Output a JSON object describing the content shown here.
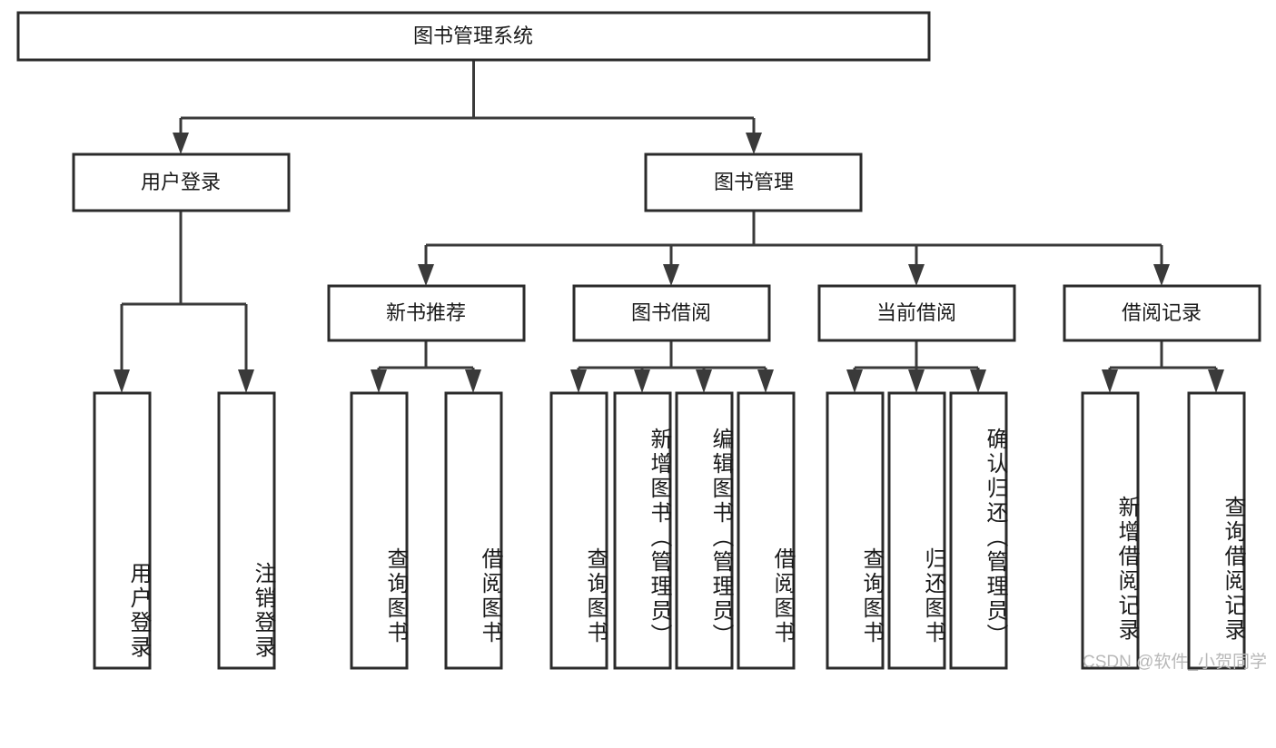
{
  "diagram": {
    "title": "图书管理系统",
    "type": "tree-hierarchy",
    "root": {
      "label": "图书管理系统"
    },
    "level2": [
      {
        "label": "用户登录"
      },
      {
        "label": "图书管理"
      }
    ],
    "level3": [
      {
        "label": "新书推荐"
      },
      {
        "label": "图书借阅"
      },
      {
        "label": "当前借阅"
      },
      {
        "label": "借阅记录"
      }
    ],
    "leaves": {
      "user_login": [
        {
          "label": "用户登录"
        },
        {
          "label": "注销登录"
        }
      ],
      "new_book_recommend": [
        {
          "label": "查询图书"
        },
        {
          "label": "借阅图书"
        }
      ],
      "book_borrow": [
        {
          "label": "查询图书"
        },
        {
          "label": "新增图书（管理员）"
        },
        {
          "label": "编辑图书（管理员）"
        },
        {
          "label": "借阅图书"
        }
      ],
      "current_borrow": [
        {
          "label": "查询图书"
        },
        {
          "label": "归还图书"
        },
        {
          "label": "确认归还（管理员）"
        }
      ],
      "borrow_record": [
        {
          "label": "新增借阅记录"
        },
        {
          "label": "查询借阅记录"
        }
      ]
    }
  },
  "watermark": {
    "text": "CSDN @软件_小贺同学"
  },
  "colors": {
    "box_stroke": "#2b2b2b",
    "connector": "#3a3a3a",
    "background": "#ffffff",
    "text": "#1a1a1a",
    "watermark": "#b8b8b8"
  }
}
